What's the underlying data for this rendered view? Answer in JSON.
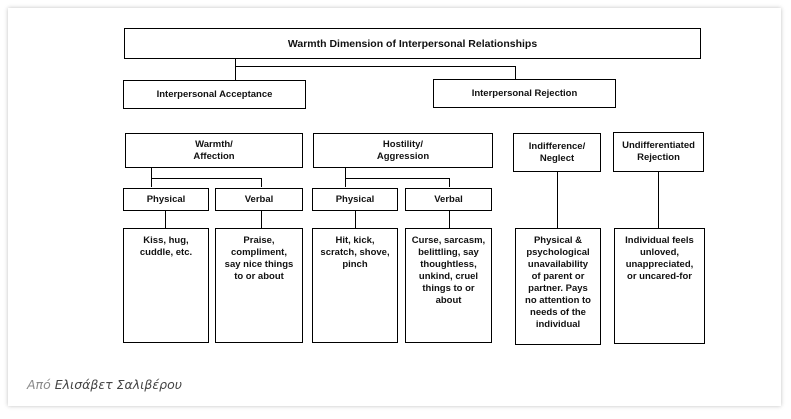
{
  "diagram": {
    "title": "Warmth Dimension of Interpersonal Relationships",
    "acceptance": "Interpersonal Acceptance",
    "rejection": "Interpersonal Rejection",
    "warmth": [
      "Warmth/",
      "Affection"
    ],
    "hostility": [
      "Hostility/",
      "Aggression"
    ],
    "indifference": [
      "Indifference/",
      "Neglect"
    ],
    "undifferentiated": [
      "Undifferentiated",
      "Rejection"
    ],
    "physical_label": "Physical",
    "verbal_label": "Verbal",
    "warmth_physical": [
      "Kiss, hug,",
      "cuddle, etc."
    ],
    "warmth_verbal": [
      "Praise,",
      "compliment,",
      "say nice things",
      "to or about"
    ],
    "hostility_physical": [
      "Hit, kick,",
      "scratch, shove,",
      "pinch"
    ],
    "hostility_verbal": [
      "Curse, sarcasm,",
      "belittling, say",
      "thoughtless,",
      "unkind, cruel",
      "things to or",
      "about"
    ],
    "neglect_detail": [
      "Physical &",
      "psychological",
      "unavailability",
      "of parent or",
      "partner. Pays",
      "no attention to",
      "needs of the",
      "individual"
    ],
    "undiff_detail": [
      "Individual feels",
      "unloved,",
      "unappreciated,",
      "or uncared-for"
    ]
  },
  "caption": {
    "prefix": "Από",
    "author": "Ελισάβετ Σαλιβέρου"
  }
}
